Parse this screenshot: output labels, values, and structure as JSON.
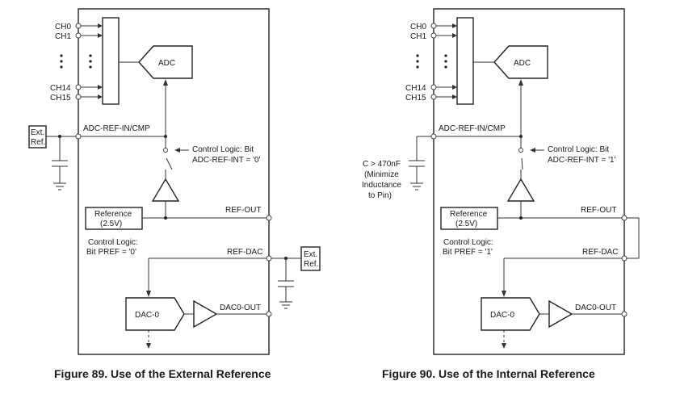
{
  "left_figure": {
    "ch0": "CH0",
    "ch1": "CH1",
    "ch14": "CH14",
    "ch15": "CH15",
    "adc": "ADC",
    "adc_ref_in": "ADC-REF-IN/CMP",
    "ext_ref_top_line1": "Ext.",
    "ext_ref_top_line2": "Ref.",
    "control_logic_line1": "Control Logic: Bit",
    "control_logic_line2": "ADC-REF-INT = '0'",
    "reference_line1": "Reference",
    "reference_line2": "(2.5V)",
    "ref_out": "REF-OUT",
    "control_logic_pref_line1": "Control Logic:",
    "control_logic_pref_line2": "Bit PREF = '0'",
    "ref_dac": "REF-DAC",
    "ext_ref_right_line1": "Ext.",
    "ext_ref_right_line2": "Ref.",
    "dac0": "DAC-0",
    "dac0_out": "DAC0-OUT",
    "caption": "Figure 89.  Use of the External Reference"
  },
  "right_figure": {
    "ch0": "CH0",
    "ch1": "CH1",
    "ch14": "CH14",
    "ch15": "CH15",
    "adc": "ADC",
    "adc_ref_in": "ADC-REF-IN/CMP",
    "cap_line1": "C > 470nF",
    "cap_line2": "(Minimize",
    "cap_line3": "Inductance",
    "cap_line4": "to Pin)",
    "control_logic_line1": "Control Logic: Bit",
    "control_logic_line2": "ADC-REF-INT = '1'",
    "reference_line1": "Reference",
    "reference_line2": "(2.5V)",
    "ref_out": "REF-OUT",
    "control_logic_pref_line1": "Control Logic:",
    "control_logic_pref_line2": "Bit PREF = '1'",
    "ref_dac": "REF-DAC",
    "dac0": "DAC-0",
    "dac0_out": "DAC0-OUT",
    "caption": "Figure 90.  Use of the Internal Reference"
  }
}
